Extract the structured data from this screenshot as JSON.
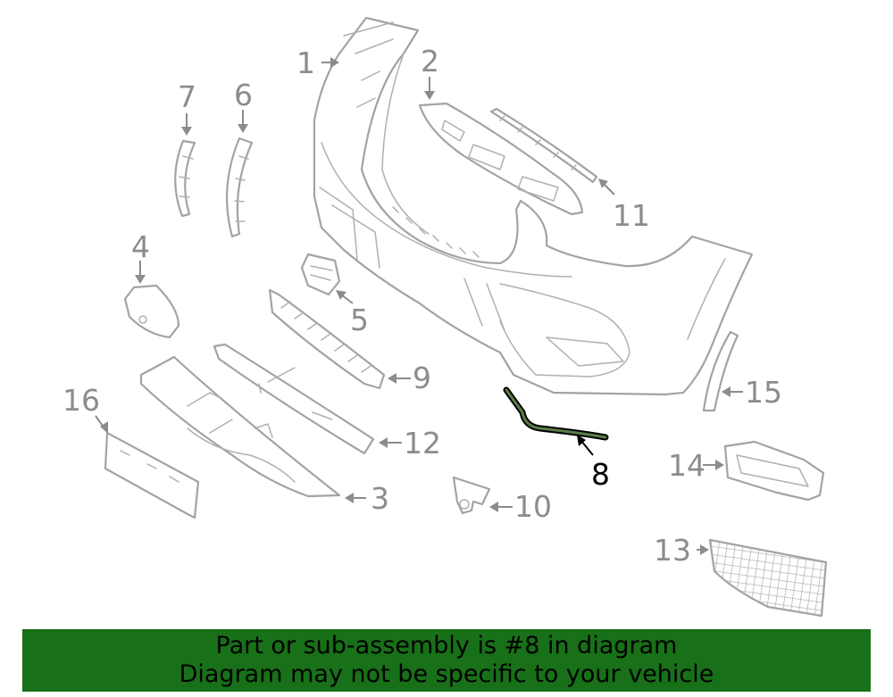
{
  "diagram": {
    "callouts": [
      "1",
      "2",
      "3",
      "4",
      "5",
      "6",
      "7",
      "8",
      "9",
      "10",
      "11",
      "12",
      "13",
      "14",
      "15",
      "16"
    ],
    "highlighted_part": "8"
  },
  "banner": {
    "line1": "Part or sub-assembly is #8 in diagram",
    "line2": "Diagram may not be specific to your vehicle"
  },
  "colors": {
    "banner_background": "#187018",
    "part_line": "#a3a3a3",
    "highlight": "#000000"
  }
}
